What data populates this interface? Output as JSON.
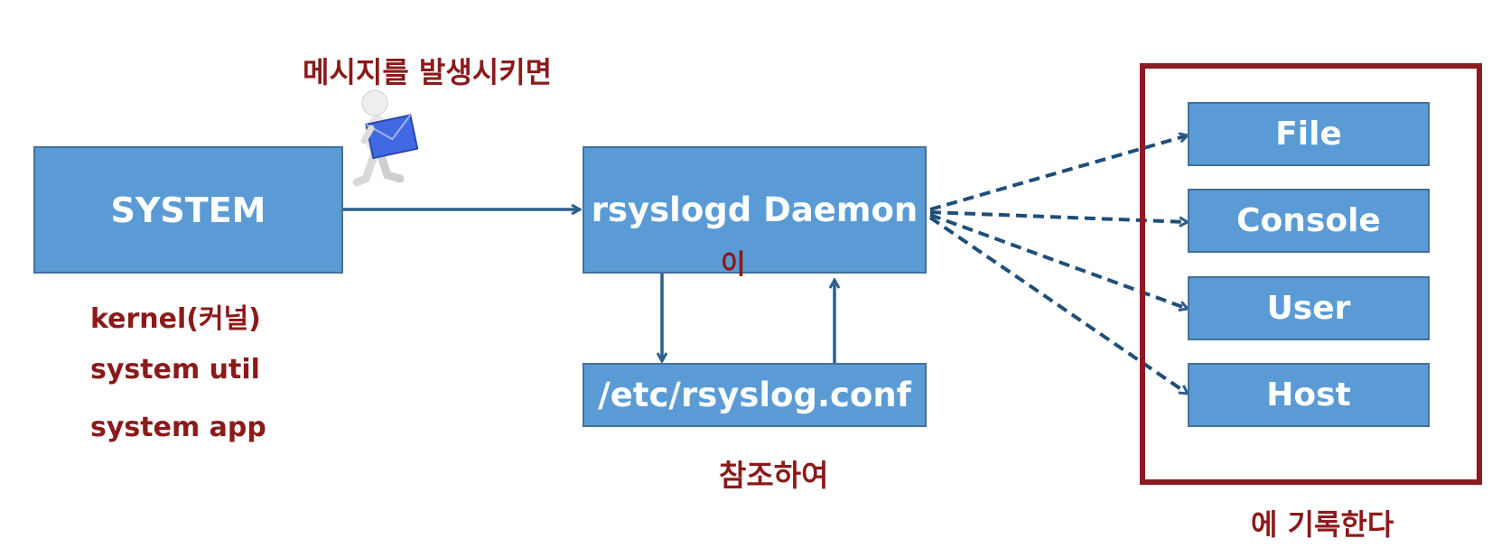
{
  "system_box": {
    "label": "SYSTEM"
  },
  "sources": [
    "kernel(커널)",
    "system util",
    "system app"
  ],
  "message_caption": "메시지를 발생시키면",
  "daemon_box": {
    "label": "rsyslogd Daemon"
  },
  "daemon_particle": "이",
  "config_box": {
    "label": "/etc/rsyslog.conf"
  },
  "config_caption": "참조하여",
  "destinations": [
    "File",
    "Console",
    "User",
    "Host"
  ],
  "destination_caption": "에 기록한다",
  "colors": {
    "box_fill": "#5b9bd5",
    "box_border": "#41719c",
    "text_accent": "#8b1a1a",
    "frame": "#8b1a22",
    "arrow": "#1f4e79"
  },
  "icons": [
    "person-with-envelope-icon"
  ]
}
